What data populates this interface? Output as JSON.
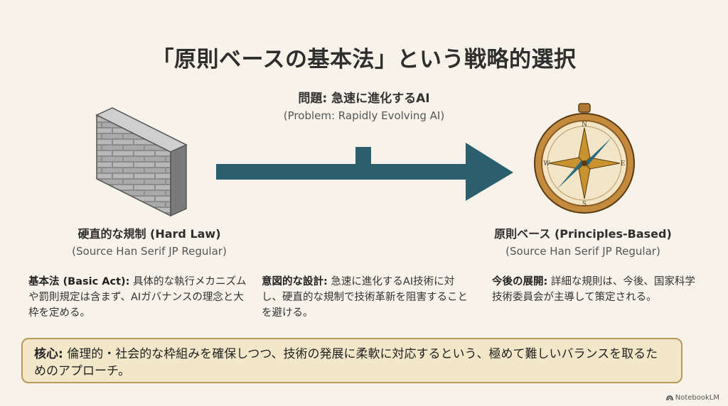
{
  "title": "「原則ベースの基本法」という戦略的選択",
  "problem": {
    "jp": "問題: 急速に進化するAI",
    "en": "(Problem: Rapidly Evolving AI)"
  },
  "left": {
    "icon": "brick-wall-icon",
    "jp": "硬直的な規制 (Hard Law)",
    "en": "(Source Han Serif JP Regular)"
  },
  "right": {
    "icon": "compass-icon",
    "jp": "原則ベース (Principles-Based)",
    "en": "(Source Han Serif JP Regular)"
  },
  "points": [
    {
      "label": "基本法 (Basic Act):",
      "text": " 具体的な執行メカニズムや罰則規定は含まず、AIガバナンスの理念と大枠を定める。"
    },
    {
      "label": "意図的な設計:",
      "text": " 急速に進化するAI技術に対し、硬直的な規制で技術革新を阻害することを避ける。"
    },
    {
      "label": "今後の展開:",
      "text": " 詳細な規則は、今後、国家科学技術委員会が主導して策定される。"
    }
  ],
  "core": {
    "label": "核心:",
    "text": " 倫理的・社会的な枠組みを確保しつつ、技術の発展に柔軟に対応するという、極めて難しいバランスを取るためのアプローチ。"
  },
  "brand": "NotebookLM",
  "colors": {
    "background": "#f7f3ea",
    "arrow": "#2c5f6d",
    "core_box": "#f3e7c9",
    "core_border": "#b8995a"
  }
}
